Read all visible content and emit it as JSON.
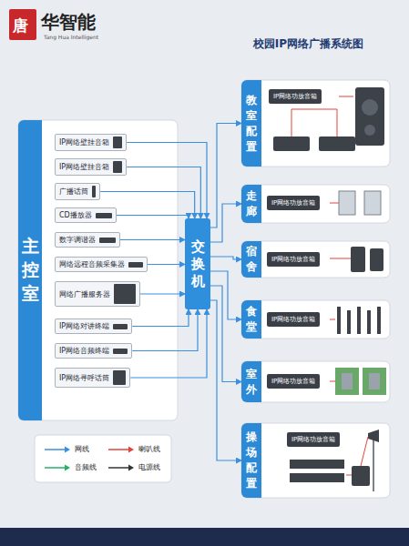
{
  "diagram": {
    "title": "校园IP网络广播系统图",
    "nodes": [
      {
        "text": [
          "主控室"
        ]
      },
      {
        "text": [
          "IP网络壁挂音箱"
        ],
        "in": 0
      },
      {
        "text": [
          "IP网络壁挂音箱"
        ],
        "in": 0
      },
      {
        "text": [
          "广播话筒"
        ],
        "in": 0
      },
      {
        "text": [
          "CD播放器"
        ],
        "in": 0
      },
      {
        "text": [
          "数字调谐器"
        ],
        "in": 0
      },
      {
        "text": [
          "网络远程音频采集器"
        ],
        "in": 0
      },
      {
        "text": [
          "网络广播服务器"
        ],
        "in": 0
      },
      {
        "text": [
          "IP网络对讲终端"
        ],
        "in": 0
      },
      {
        "text": [
          "IP网络音频终端"
        ],
        "in": 0
      },
      {
        "text": [
          "IP网络寻呼话筒"
        ],
        "in": 0
      },
      {
        "text": [
          "交换机"
        ]
      },
      {
        "text": [
          "教室配置"
        ]
      },
      {
        "text": [
          "IP网络功放音箱"
        ],
        "in": 12
      },
      {
        "text": [
          "走廊"
        ]
      },
      {
        "text": [
          "IP网络功放音箱"
        ],
        "in": 14
      },
      {
        "text": [
          "宿舍"
        ]
      },
      {
        "text": [
          "IP网络功放音箱"
        ],
        "in": 16
      },
      {
        "text": [
          "食堂"
        ]
      },
      {
        "text": [
          "IP网络功放音箱"
        ],
        "in": 18
      },
      {
        "text": [
          "室外"
        ]
      },
      {
        "text": [
          "IP网络功放音箱"
        ],
        "in": 20
      },
      {
        "text": [
          "操场配置"
        ]
      },
      {
        "text": [
          "IP网络功放音箱"
        ],
        "in": 22
      }
    ],
    "edges": [
      {
        "from": 1,
        "to": 11,
        "arrow": "to"
      },
      {
        "from": 2,
        "to": 11,
        "arrow": "to"
      },
      {
        "from": 3,
        "to": 11,
        "arrow": "to"
      },
      {
        "from": 4,
        "to": 11,
        "arrow": "to"
      },
      {
        "from": 5,
        "to": 11,
        "arrow": "to"
      },
      {
        "from": 6,
        "to": 11,
        "arrow": "to"
      },
      {
        "from": 7,
        "to": 11,
        "arrow": "to"
      },
      {
        "from": 8,
        "to": 11,
        "arrow": "to"
      },
      {
        "from": 9,
        "to": 11,
        "arrow": "to"
      },
      {
        "from": 10,
        "to": 11,
        "arrow": "to"
      },
      {
        "from": 11,
        "to": 12,
        "arrow": "to"
      },
      {
        "from": 11,
        "to": 14,
        "arrow": "to"
      },
      {
        "from": 11,
        "to": 16,
        "arrow": "to"
      },
      {
        "from": 11,
        "to": 18,
        "arrow": "to"
      },
      {
        "from": 11,
        "to": 20,
        "arrow": "to"
      },
      {
        "from": 11,
        "to": 22,
        "arrow": "to"
      }
    ],
    "labels": [
      "唐",
      "华智能",
      "Tang Hua Intelligent"
    ],
    "legend": [
      {
        "text": "网线"
      },
      {
        "text": "喇叭线"
      },
      {
        "text": "音频线"
      },
      {
        "text": "电源线"
      }
    ]
  }
}
